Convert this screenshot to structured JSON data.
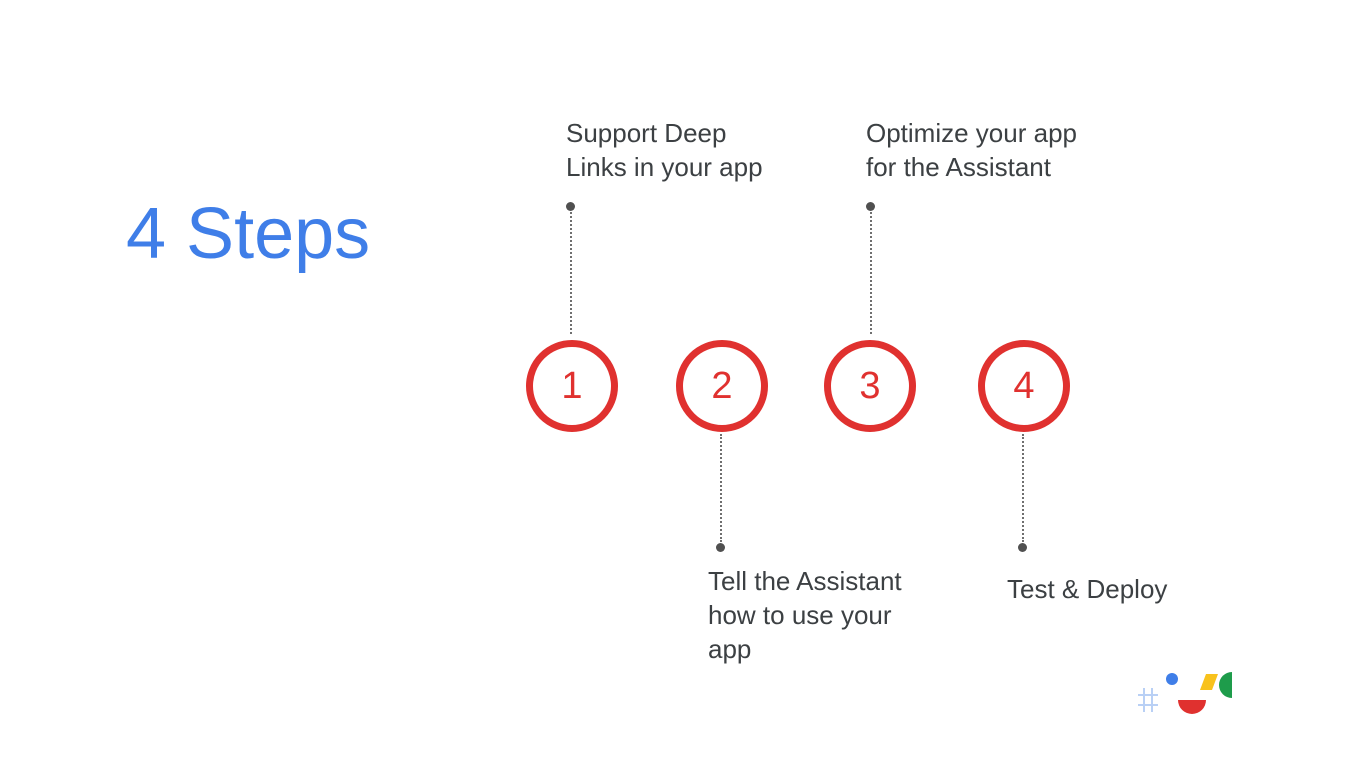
{
  "title": "4 Steps",
  "colors": {
    "title": "#3f7ee8",
    "step_circle": "#e0312f",
    "step_text": "#3c4043",
    "connector": "#6f6f6f"
  },
  "steps": [
    {
      "number": "1",
      "lines": [
        "Support Deep",
        "Links in your app"
      ],
      "label_position": "above"
    },
    {
      "number": "2",
      "lines": [
        "Tell the Assistant",
        "how to use your",
        "app"
      ],
      "label_position": "below"
    },
    {
      "number": "3",
      "lines": [
        "Optimize your app",
        "for the Assistant"
      ],
      "label_position": "above"
    },
    {
      "number": "4",
      "lines": [
        "Test & Deploy"
      ],
      "label_position": "below"
    }
  ],
  "logo": {
    "icon": "google-io-shapes-icon"
  }
}
